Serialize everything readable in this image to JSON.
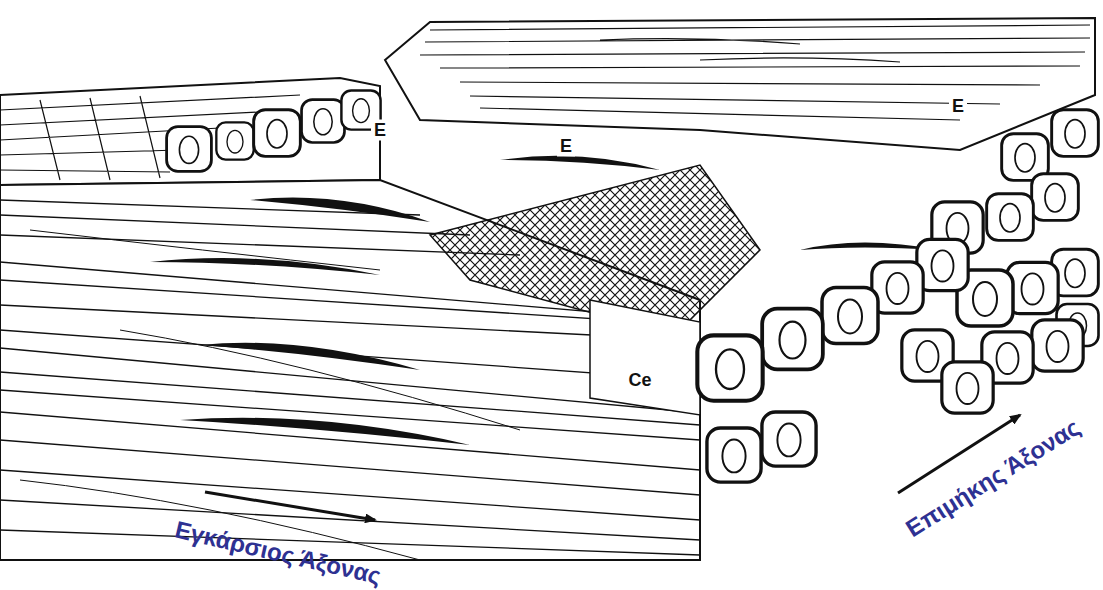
{
  "diagram": {
    "labels": [
      "E",
      "E",
      "E",
      "Ce",
      "Εγκάρσιος Άξονας",
      "Επιμήκης Άξονας"
    ]
  }
}
